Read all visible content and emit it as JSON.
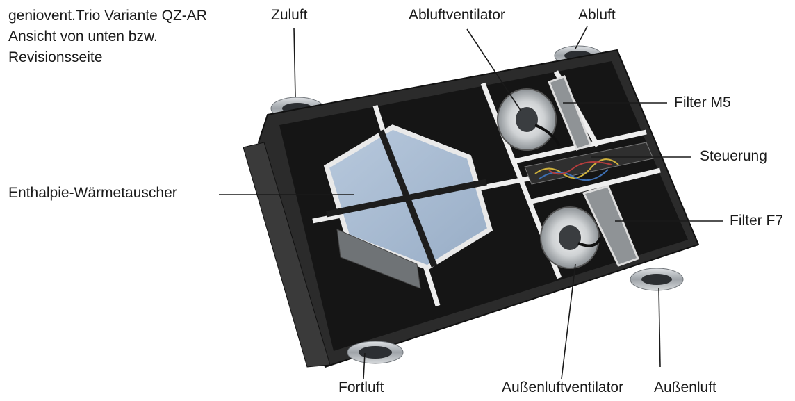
{
  "title": {
    "line1": "geniovent.Trio Variante QZ-AR",
    "line2": "Ansicht von unten bzw.",
    "line3": "Revisionsseite"
  },
  "labels": {
    "zuluft": "Zuluft",
    "abluftventilator": "Abluftventilator",
    "abluft": "Abluft",
    "filter_m5": "Filter M5",
    "steuerung": "Steuerung",
    "enthalpie": "Enthalpie-Wärmetauscher",
    "filter_f7": "Filter F7",
    "fortluft": "Fortluft",
    "aussenluftventilator": "Außenluftventilator",
    "aussenluft": "Außenluft"
  },
  "colors": {
    "housing": "#2b2b2b",
    "housing_inner": "#151515",
    "frame": "#eeeeee",
    "exchanger": "#a9bdd4",
    "duct": "#b9bcc0"
  }
}
